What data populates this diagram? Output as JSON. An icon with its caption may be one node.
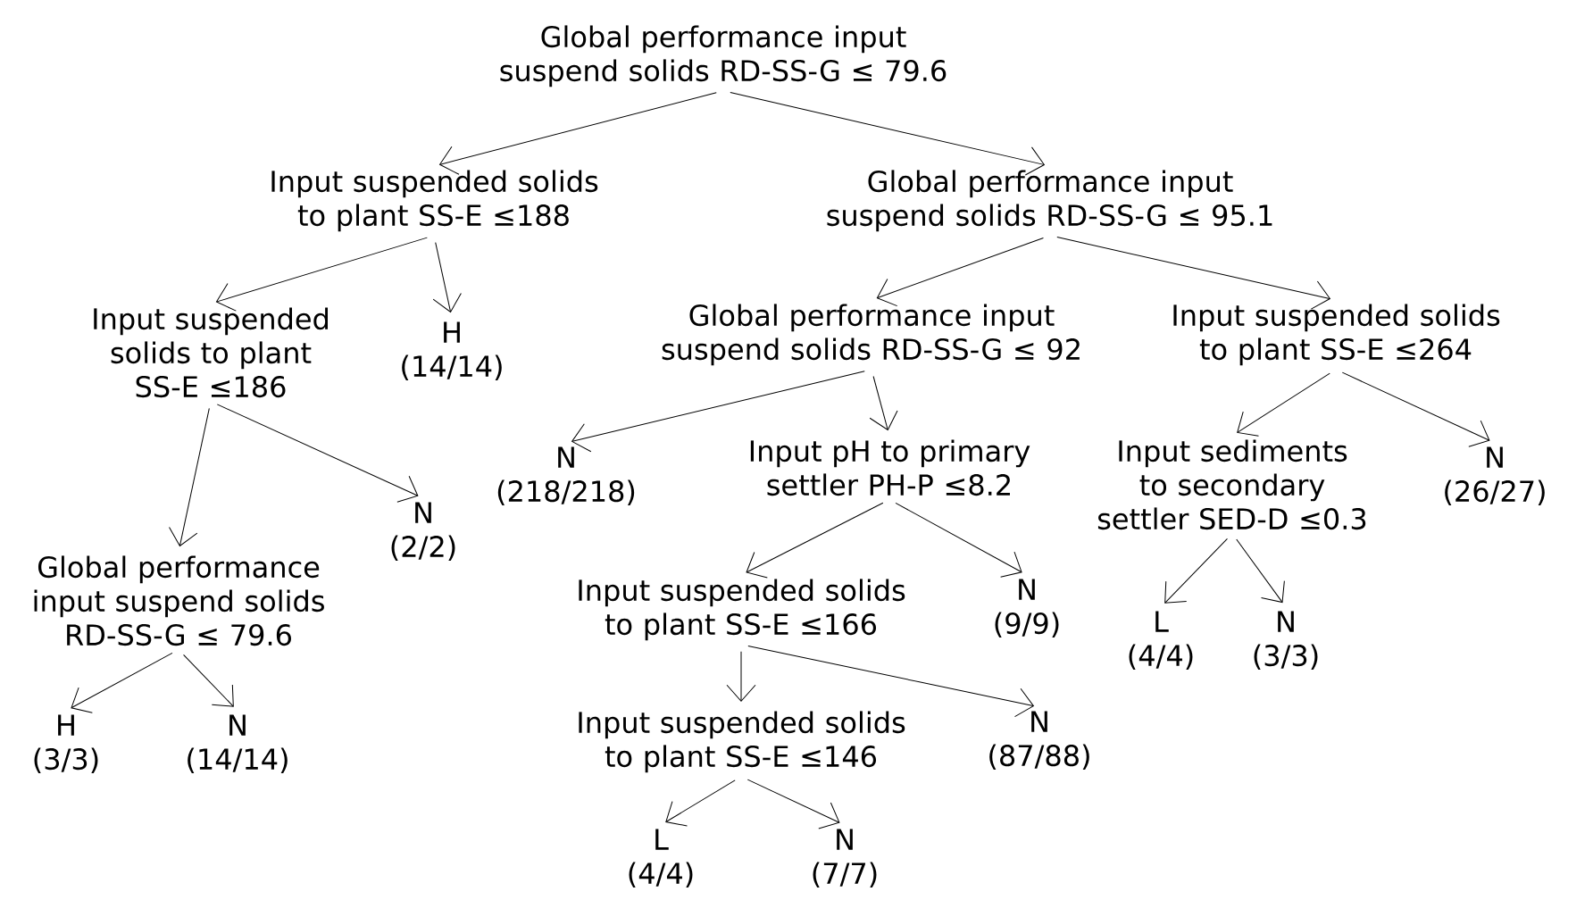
{
  "diagram": {
    "nodes": [
      {
        "text": [
          "Global performance input suspend solids RD-SS-G ≤ 79.6"
        ]
      },
      {
        "text": [
          "Input suspended solids to plant SS-E ≤188"
        ]
      },
      {
        "text": [
          "Global performance input suspend solids RD-SS-G ≤ 95.1"
        ]
      },
      {
        "text": [
          "Input suspended solids to plant SS-E ≤186"
        ]
      },
      {
        "text": [
          "H",
          "(14/14)"
        ]
      },
      {
        "text": [
          "Global performance input suspend solids RD-SS-G ≤ 92"
        ]
      },
      {
        "text": [
          "Input suspended solids to plant SS-E ≤264"
        ]
      },
      {
        "text": [
          "N",
          "(218/218)"
        ]
      },
      {
        "text": [
          "Input pH to primary settler PH-P ≤8.2"
        ]
      },
      {
        "text": [
          "Input sediments to secondary settler SED-D ≤0.3"
        ]
      },
      {
        "text": [
          "N",
          "(26/27)"
        ]
      },
      {
        "text": [
          "Global performance input suspend solids RD-SS-G ≤ 79.6"
        ]
      },
      {
        "text": [
          "N",
          "(2/2)"
        ]
      },
      {
        "text": [
          "Input suspended solids to plant SS-E ≤166"
        ]
      },
      {
        "text": [
          "N",
          "(9/9)"
        ]
      },
      {
        "text": [
          "L",
          "(4/4)"
        ]
      },
      {
        "text": [
          "N",
          "(3/3)"
        ]
      },
      {
        "text": [
          "H",
          "(3/3)"
        ]
      },
      {
        "text": [
          "N",
          "(14/14)"
        ]
      },
      {
        "text": [
          "Input suspended solids to plant SS-E ≤146"
        ]
      },
      {
        "text": [
          "N",
          "(87/88)"
        ]
      },
      {
        "text": [
          "L",
          "(4/4)"
        ]
      },
      {
        "text": [
          "N",
          "(7/7)"
        ]
      }
    ],
    "edges": [
      {
        "from": 0,
        "to": 1,
        "arrow": "to"
      },
      {
        "from": 0,
        "to": 2,
        "arrow": "to"
      },
      {
        "from": 1,
        "to": 3,
        "arrow": "to"
      },
      {
        "from": 1,
        "to": 4,
        "arrow": "to"
      },
      {
        "from": 2,
        "to": 5,
        "arrow": "to"
      },
      {
        "from": 2,
        "to": 6,
        "arrow": "to"
      },
      {
        "from": 3,
        "to": 11,
        "arrow": "to"
      },
      {
        "from": 3,
        "to": 12,
        "arrow": "to"
      },
      {
        "from": 5,
        "to": 7,
        "arrow": "to"
      },
      {
        "from": 5,
        "to": 8,
        "arrow": "to"
      },
      {
        "from": 6,
        "to": 9,
        "arrow": "to"
      },
      {
        "from": 6,
        "to": 10,
        "arrow": "to"
      },
      {
        "from": 8,
        "to": 13,
        "arrow": "to"
      },
      {
        "from": 8,
        "to": 14,
        "arrow": "to"
      },
      {
        "from": 9,
        "to": 15,
        "arrow": "to"
      },
      {
        "from": 9,
        "to": 16,
        "arrow": "to"
      },
      {
        "from": 11,
        "to": 17,
        "arrow": "to"
      },
      {
        "from": 11,
        "to": 18,
        "arrow": "to"
      },
      {
        "from": 13,
        "to": 19,
        "arrow": "to"
      },
      {
        "from": 13,
        "to": 20,
        "arrow": "to"
      },
      {
        "from": 19,
        "to": 21,
        "arrow": "to"
      },
      {
        "from": 19,
        "to": 22,
        "arrow": "to"
      }
    ]
  }
}
